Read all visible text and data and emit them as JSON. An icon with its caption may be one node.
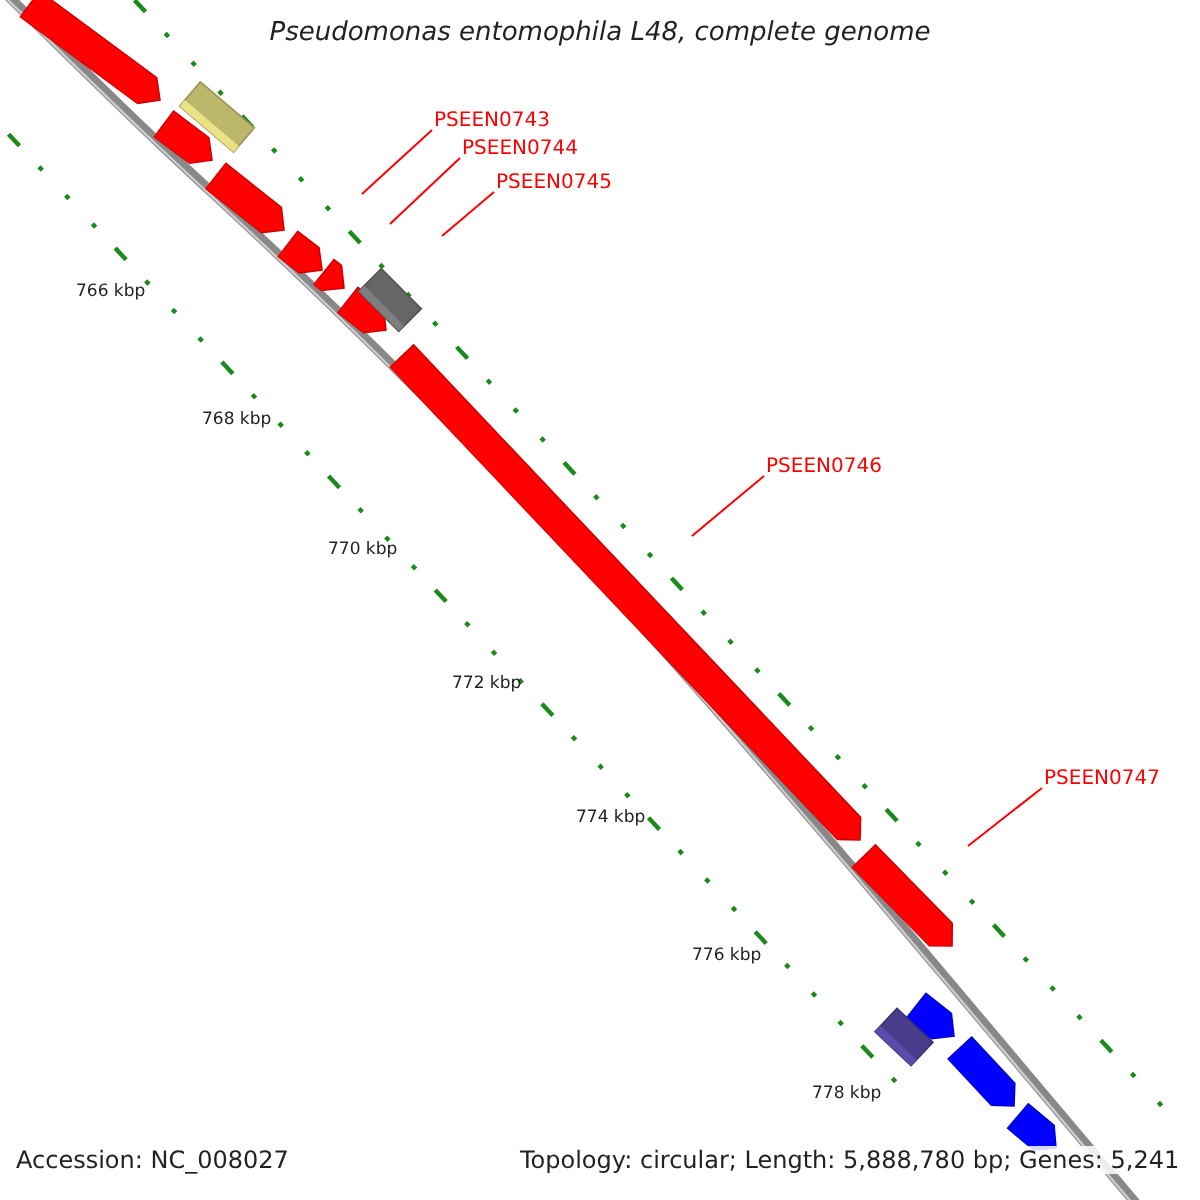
{
  "diagram": {
    "title": "Pseudomonas entomophila L48, complete genome",
    "nodes": [
      {
        "text": [
          "PSEEN0743"
        ]
      },
      {
        "text": [
          "PSEEN0744"
        ]
      },
      {
        "text": [
          "PSEEN0745"
        ]
      },
      {
        "text": [
          "PSEEN0746"
        ]
      },
      {
        "text": [
          "PSEEN0747"
        ]
      }
    ],
    "edges": [
      {
        "from": 0,
        "to": null,
        "arrow": "none"
      },
      {
        "from": 1,
        "to": null,
        "arrow": "none"
      },
      {
        "from": 2,
        "to": null,
        "arrow": "none"
      },
      {
        "from": 3,
        "to": null,
        "arrow": "none"
      },
      {
        "from": 4,
        "to": null,
        "arrow": "none"
      }
    ],
    "labels": [
      "766 kbp",
      "768 kbp",
      "770 kbp",
      "772 kbp",
      "774 kbp",
      "776 kbp",
      "778 kbp",
      "Accession: NC_008027",
      "Topology: circular; Length: 5,888,780 bp; Genes: 5,241"
    ]
  }
}
